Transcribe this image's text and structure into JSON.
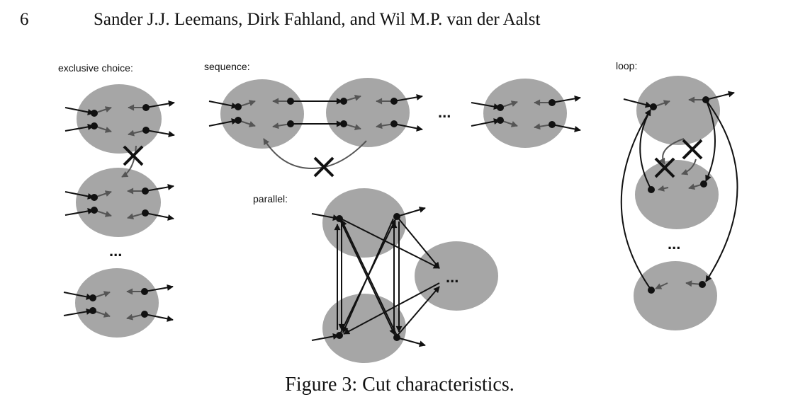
{
  "header": {
    "page_number": "6",
    "authors": "Sander J.J. Leemans, Dirk Fahland, and Wil M.P. van der Aalst"
  },
  "figure": {
    "panels": {
      "exclusive_choice": "exclusive choice:",
      "sequence": "sequence:",
      "parallel": "parallel:",
      "loop": "loop:"
    },
    "ellipsis": "..."
  },
  "caption": "Figure 3: Cut characteristics.",
  "colors": {
    "node_fill": "#a6a6a6",
    "edge_dark": "#111111",
    "edge_gray": "#555555"
  }
}
